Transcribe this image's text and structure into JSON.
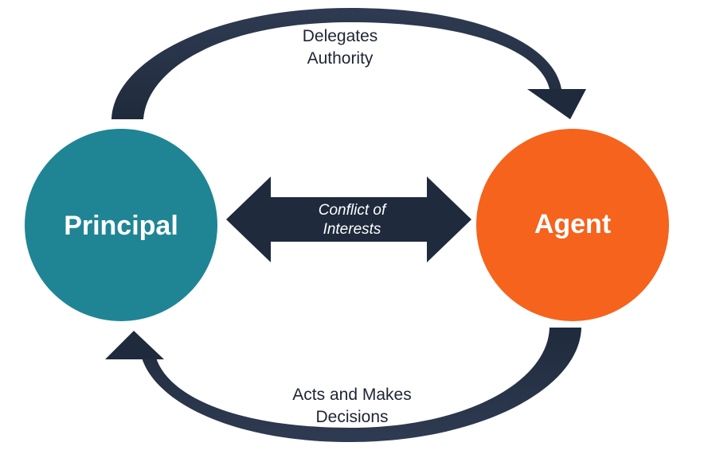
{
  "nodes": {
    "principal": {
      "label": "Principal",
      "color": "#1f8594"
    },
    "agent": {
      "label": "Agent",
      "color": "#f5631d"
    }
  },
  "arrows": {
    "top": {
      "line1": "Delegates",
      "line2": "Authority"
    },
    "bottom": {
      "line1": "Acts and Makes",
      "line2": "Decisions"
    },
    "middle": {
      "line1": "Conflict of",
      "line2": "Interests"
    }
  },
  "colors": {
    "arrow": "#1f2a3c",
    "arrow_highlight": "#3c4a63",
    "text": "#1f2433"
  }
}
